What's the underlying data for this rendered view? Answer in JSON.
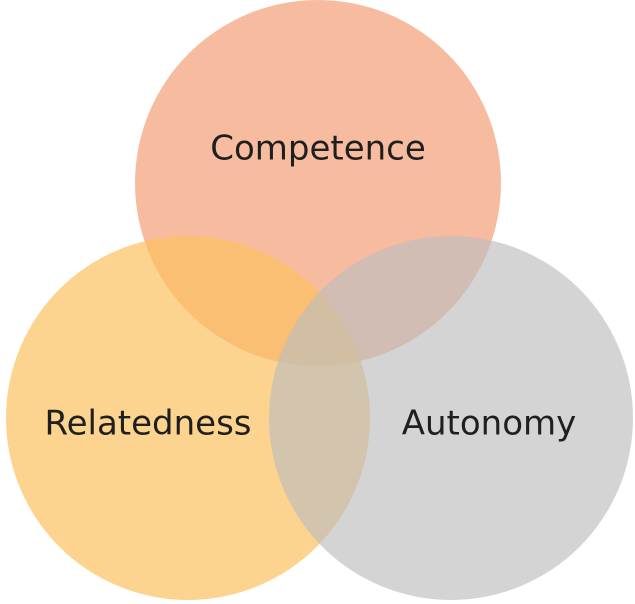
{
  "diagram": {
    "circles": [
      {
        "key": "competence",
        "label": "Competence",
        "color": "#F4A680"
      },
      {
        "key": "relatedness",
        "label": "Relatedness",
        "color": "#FBC05F"
      },
      {
        "key": "autonomy",
        "label": "Autonomy",
        "color": "#BDBDBD"
      }
    ]
  }
}
